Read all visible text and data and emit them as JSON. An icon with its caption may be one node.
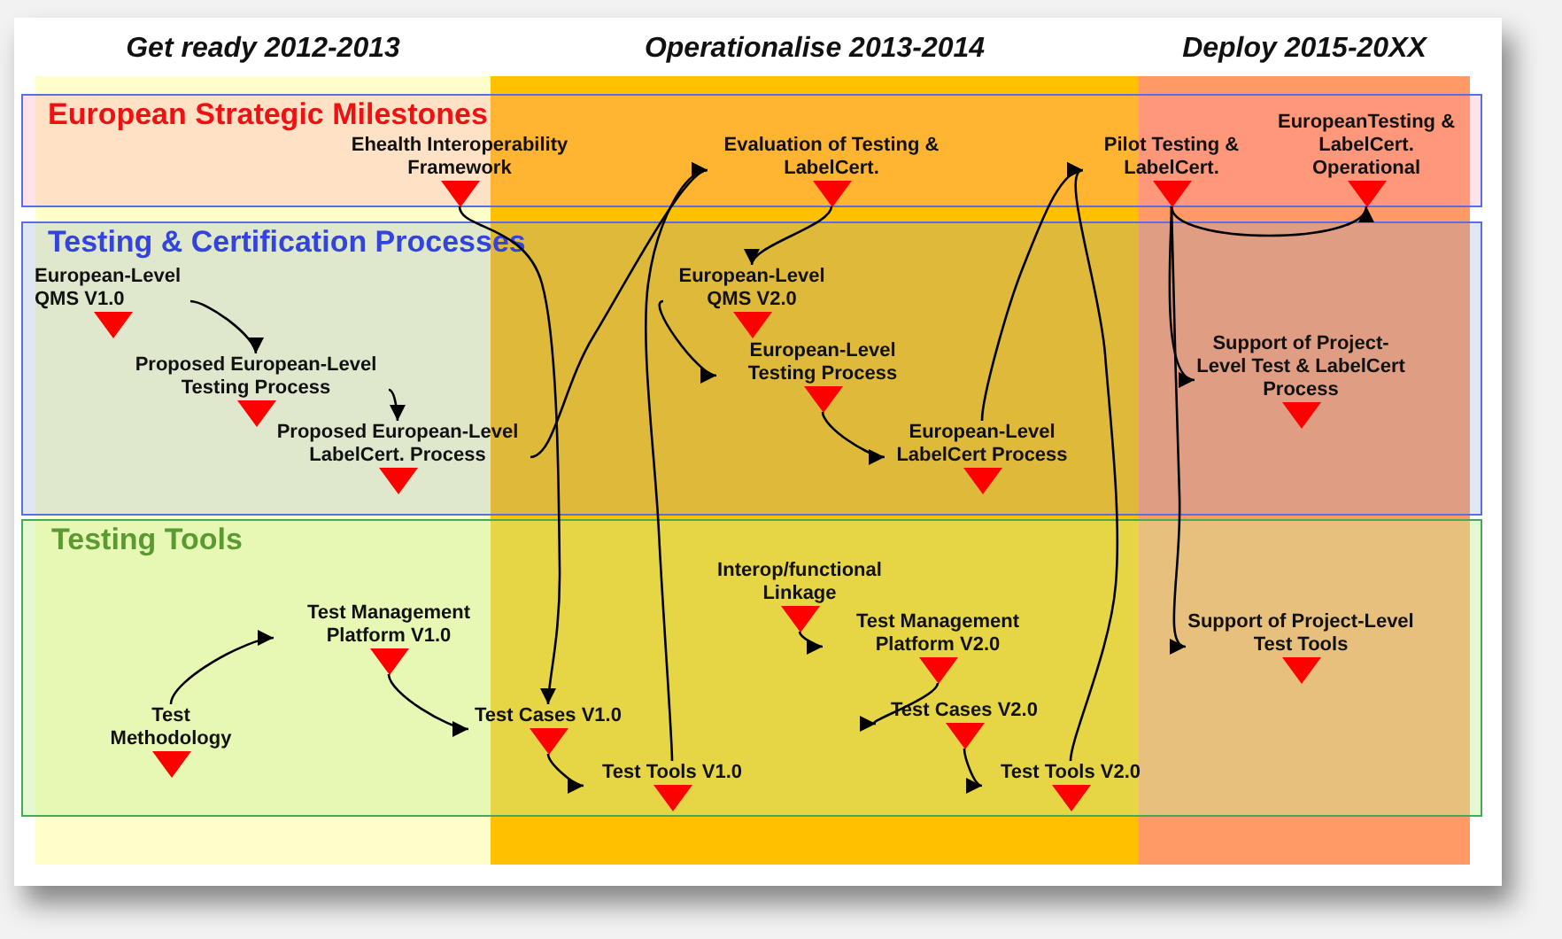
{
  "diagram": {
    "nodes": [
      {
        "text": [
          "European Strategic Milestones"
        ]
      },
      {
        "text": [
          "Testing & Certification Processes"
        ]
      },
      {
        "text": [
          "Testing Tools"
        ]
      },
      {
        "text": [
          "Ehealth Interoperability Framework"
        ],
        "in": 0
      },
      {
        "text": [
          "Evaluation of Testing & LabelCert."
        ],
        "in": 0
      },
      {
        "text": [
          "Pilot Testing & LabelCert."
        ],
        "in": 0
      },
      {
        "text": [
          "EuropeanTesting & LabelCert. Operational"
        ],
        "in": 0
      },
      {
        "text": [
          "European-Level QMS V1.0"
        ],
        "in": 1
      },
      {
        "text": [
          "Proposed European-Level Testing Process"
        ],
        "in": 1
      },
      {
        "text": [
          "Proposed European-Level LabelCert. Process"
        ],
        "in": 1
      },
      {
        "text": [
          "European-Level QMS V2.0"
        ],
        "in": 1
      },
      {
        "text": [
          "European-Level Testing Process"
        ],
        "in": 1
      },
      {
        "text": [
          "European-Level LabelCert Process"
        ],
        "in": 1
      },
      {
        "text": [
          "Support of Project-Level Test & LabelCert Process"
        ],
        "in": 1
      },
      {
        "text": [
          "Test Management Platform V1.0"
        ],
        "in": 2
      },
      {
        "text": [
          "Test Methodology"
        ],
        "in": 2
      },
      {
        "text": [
          "Test Cases V1.0"
        ],
        "in": 2
      },
      {
        "text": [
          "Test Tools V1.0"
        ],
        "in": 2
      },
      {
        "text": [
          "Interop/functional Linkage"
        ],
        "in": 2
      },
      {
        "text": [
          "Test Management Platform V2.0"
        ],
        "in": 2
      },
      {
        "text": [
          "Test Cases V2.0"
        ],
        "in": 2
      },
      {
        "text": [
          "Test Tools V2.0"
        ],
        "in": 2
      },
      {
        "text": [
          "Support of Project-Level Test Tools"
        ],
        "in": 2
      }
    ],
    "edges": [
      {
        "from": 7,
        "to": 8,
        "arrow": "to"
      },
      {
        "from": 8,
        "to": 9,
        "arrow": "to"
      },
      {
        "from": 9,
        "to": 4,
        "arrow": "to"
      },
      {
        "from": 3,
        "to": 16,
        "arrow": "to"
      },
      {
        "from": 17,
        "to": 4,
        "arrow": "to"
      },
      {
        "from": 4,
        "to": 10,
        "arrow": "to"
      },
      {
        "from": 10,
        "to": 11,
        "arrow": "to"
      },
      {
        "from": 11,
        "to": 12,
        "arrow": "to"
      },
      {
        "from": 12,
        "to": 5,
        "arrow": "to"
      },
      {
        "from": 21,
        "to": 5,
        "arrow": "to"
      },
      {
        "from": 5,
        "to": 6,
        "arrow": "to"
      },
      {
        "from": 5,
        "to": 13,
        "arrow": "to"
      },
      {
        "from": 5,
        "to": 22,
        "arrow": "to"
      },
      {
        "from": 15,
        "to": 14,
        "arrow": "to"
      },
      {
        "from": 14,
        "to": 16,
        "arrow": "to"
      },
      {
        "from": 16,
        "to": 17,
        "arrow": "to"
      },
      {
        "from": 18,
        "to": 19,
        "arrow": "to"
      },
      {
        "from": 19,
        "to": 20,
        "arrow": "to"
      },
      {
        "from": 20,
        "to": 21,
        "arrow": "to"
      }
    ],
    "labels": [
      "Get ready 2012-2013",
      "Operationalise 2013-2014",
      "Deploy 2015-20XX"
    ]
  }
}
